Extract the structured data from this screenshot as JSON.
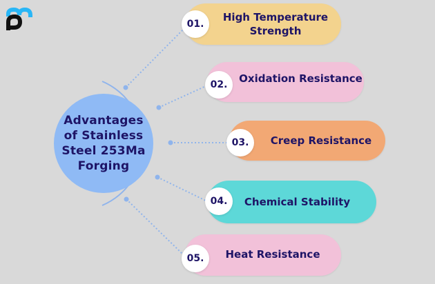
{
  "title": "Advantages\nof Stainless\nSteel 253Ma\nForging",
  "colors": {
    "background": "#d9d9d9",
    "hub": "#8fbaf5",
    "text": "#1e1466",
    "connector": "#8fb4ec",
    "logo_blue": "#29b6f6",
    "logo_black": "#111111"
  },
  "logo": {
    "icon": "pm-logo-icon"
  },
  "items": [
    {
      "number": "01.",
      "label": "High Temperature\nStrength",
      "color": "#f3d38e"
    },
    {
      "number": "02.",
      "label": "Oxidation Resistance",
      "color": "#f2c1d9"
    },
    {
      "number": "03.",
      "label": "Creep Resistance",
      "color": "#f2a874"
    },
    {
      "number": "04.",
      "label": "Chemical Stability",
      "color": "#5dd8d8"
    },
    {
      "number": "05.",
      "label": "Heat Resistance",
      "color": "#f2c1d9"
    }
  ]
}
